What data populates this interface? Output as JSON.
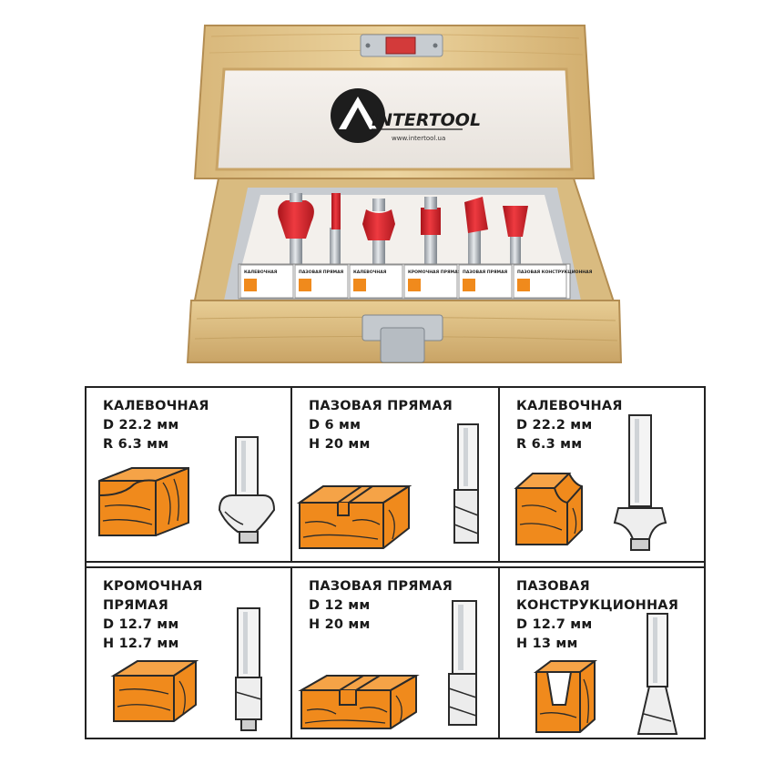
{
  "brand": {
    "name": "INTERTOOL",
    "url": "www.intertool.ua"
  },
  "box_labels": [
    {
      "title": "КАЛЕВОЧНАЯ"
    },
    {
      "title": "ПАЗОВАЯ ПРЯМАЯ"
    },
    {
      "title": "КАЛЕВОЧНАЯ"
    },
    {
      "title": "КРОМОЧНАЯ ПРЯМАЯ"
    },
    {
      "title": "ПАЗОВАЯ ПРЯМАЯ"
    },
    {
      "title": "ПАЗОВАЯ КОНСТРУКЦИОННАЯ"
    }
  ],
  "cells": [
    {
      "lines": [
        "КАЛЕВОЧНАЯ",
        "D 22.2 мм",
        "R 6.3 мм"
      ],
      "bit": "roundover-bit-icon",
      "wood": "cove-profile-icon"
    },
    {
      "lines": [
        "ПАЗОВАЯ ПРЯМАЯ",
        "D 6 мм",
        "H 20 мм"
      ],
      "bit": "straight-bit-icon",
      "wood": "groove-profile-icon"
    },
    {
      "lines": [
        "КАЛЕВОЧНАЯ",
        "D 22.2 мм",
        "R 6.3 мм"
      ],
      "bit": "cove-bit-icon",
      "wood": "roundover-profile-icon"
    },
    {
      "lines": [
        "КРОМОЧНАЯ",
        "ПРЯМАЯ",
        "D 12.7 мм",
        "H 12.7 мм"
      ],
      "bit": "flush-trim-bit-icon",
      "wood": "rebate-profile-icon"
    },
    {
      "lines": [
        "ПАЗОВАЯ ПРЯМАЯ",
        "D 12 мм",
        "H 20 мм"
      ],
      "bit": "straight-bit-icon",
      "wood": "groove-profile-icon"
    },
    {
      "lines": [
        "ПАЗОВАЯ",
        "КОНСТРУКЦИОННАЯ",
        "D 12.7 мм",
        "H 13 мм"
      ],
      "bit": "dovetail-bit-icon",
      "wood": "dovetail-profile-icon"
    }
  ],
  "colors": {
    "wood_orange": "#f08a1c",
    "bit_red": "#d8242c",
    "box_wood": "#e2c58a",
    "border": "#222222"
  }
}
